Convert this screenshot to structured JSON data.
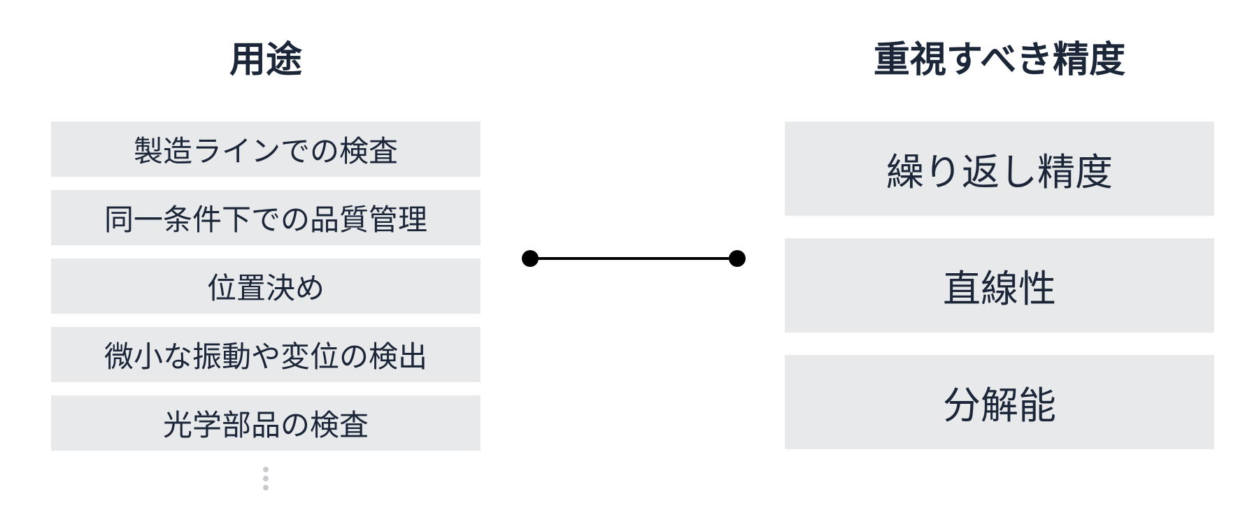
{
  "left": {
    "heading": "用途",
    "items": [
      "製造ラインでの検査",
      "同一条件下での品質管理",
      "位置決め",
      "微小な振動や変位の検出",
      "光学部品の検査"
    ]
  },
  "right": {
    "heading": "重視すべき精度",
    "items": [
      "繰り返し精度",
      "直線性",
      "分解能"
    ]
  },
  "colors": {
    "box_fill": "#e8e9eb",
    "text": "#1b2638",
    "connector": "#000000",
    "ellipsis": "#c9cbcf"
  },
  "icons": {
    "more": "vertical-ellipsis-icon",
    "connector": "line-with-dot-endpoints"
  }
}
